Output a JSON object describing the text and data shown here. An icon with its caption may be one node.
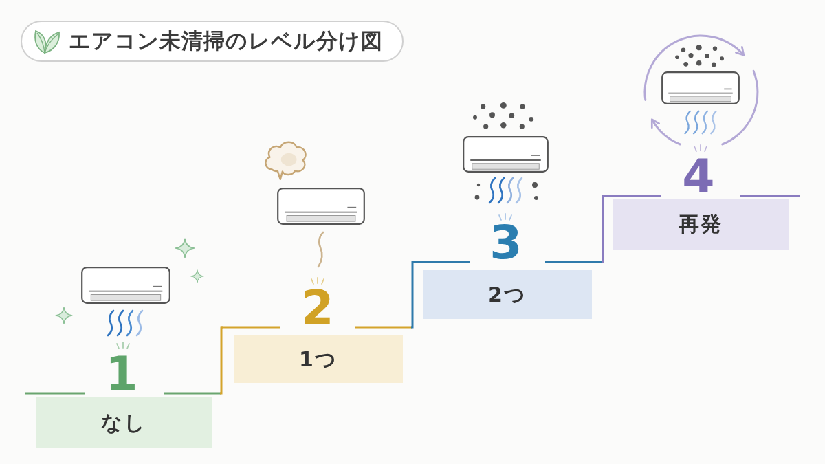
{
  "diagram": {
    "title": "エアコン未清掃のレベル分け図",
    "nodes": [
      {
        "text": [
          "1",
          "なし"
        ]
      },
      {
        "text": [
          "2",
          "1つ"
        ]
      },
      {
        "text": [
          "3",
          "2つ"
        ]
      },
      {
        "text": [
          "4",
          "再発"
        ]
      }
    ],
    "edges": [
      {
        "from": 0,
        "to": 1,
        "arrow": "none",
        "color": "#d4a42c"
      },
      {
        "from": 1,
        "to": 2,
        "arrow": "none",
        "color": "#2f7aab"
      },
      {
        "from": 2,
        "to": 3,
        "arrow": "none",
        "color": "#8a7cc0"
      }
    ]
  }
}
